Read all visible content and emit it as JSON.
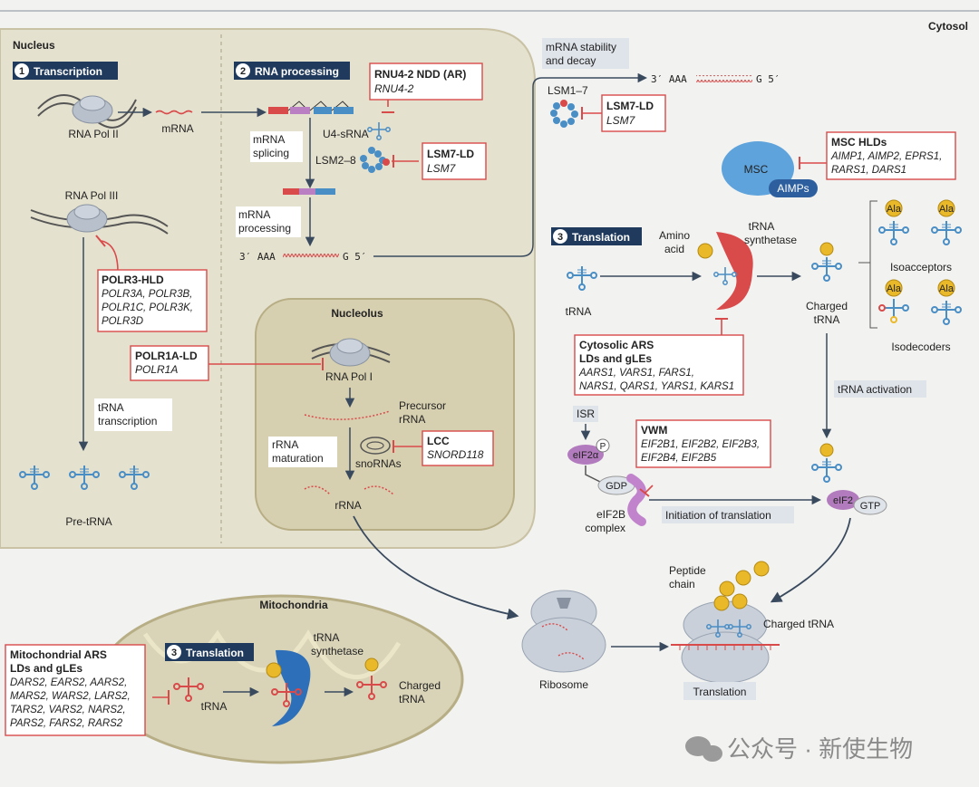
{
  "cytosol": "Cytosol",
  "nucleus": "Nucleus",
  "nucleolus": "Nucleolus",
  "mitochondria": "Mitochondria",
  "steps": {
    "transcription": {
      "num": "1",
      "label": "Transcription"
    },
    "rna_processing": {
      "num": "2",
      "label": "RNA processing"
    },
    "translation": {
      "num": "3",
      "label": "Translation"
    },
    "mito_translation": {
      "num": "3",
      "label": "Translation"
    }
  },
  "labels": {
    "rna_pol_ii": "RNA Pol II",
    "mrna": "mRNA",
    "rna_pol_iii": "RNA Pol III",
    "trna_transcription_1": "tRNA",
    "trna_transcription_2": "transcription",
    "pre_trna": "Pre-tRNA",
    "mrna_splicing_1": "mRNA",
    "mrna_splicing_2": "splicing",
    "u4_srna": "U4-sRNA",
    "lsm2_8": "LSM2–8",
    "mrna_processing_1": "mRNA",
    "mrna_processing_2": "processing",
    "three_aaa": "3′ AAA",
    "g5": "G 5′",
    "rna_pol_i": "RNA Pol I",
    "precursor_1": "Precursor",
    "precursor_2": "rRNA",
    "rrna_maturation_1": "rRNA",
    "rrna_maturation_2": "maturation",
    "snornas": "snoRNAs",
    "rrna": "rRNA",
    "mrna_stability_1": "mRNA stability",
    "mrna_stability_2": "and decay",
    "lsm1_7": "LSM1–7",
    "msc": "MSC",
    "aimps": "AIMPs",
    "amino_1": "Amino",
    "amino_2": "acid",
    "trna_synth_1": "tRNA",
    "trna_synth_2": "synthetase",
    "trna": "tRNA",
    "charged_trna_1": "Charged",
    "charged_trna_2": "tRNA",
    "ala": "Ala",
    "isoacceptors": "Isoacceptors",
    "isodecoders": "Isodecoders",
    "trna_activation": "tRNA activation",
    "isr": "ISR",
    "p": "P",
    "eif2a": "eIF2α",
    "gdp": "GDP",
    "eif2b_1": "eIF2B",
    "eif2b_2": "complex",
    "initiation": "Initiation of translation",
    "eif2": "eIF2",
    "gtp": "GTP",
    "peptide_1": "Peptide",
    "peptide_2": "chain",
    "charged_trna_ribo": "Charged tRNA",
    "ribosome": "Ribosome",
    "translation_box": "Translation",
    "mito_trna": "tRNA",
    "mito_synth_1": "tRNA",
    "mito_synth_2": "synthetase",
    "mito_charged_1": "Charged",
    "mito_charged_2": "tRNA"
  },
  "disease_boxes": {
    "rnu4": {
      "title": "RNU4-2 NDD (AR)",
      "genes": [
        "RNU4-2"
      ]
    },
    "lsm7_nuc": {
      "title": "LSM7-LD",
      "genes": [
        "LSM7"
      ]
    },
    "lsm7_cyt": {
      "title": "LSM7-LD",
      "genes": [
        "LSM7"
      ]
    },
    "polr3": {
      "title": "POLR3-HLD",
      "genes": [
        "POLR3A, POLR3B,",
        "POLR1C, POLR3K,",
        "POLR3D"
      ]
    },
    "polr1a": {
      "title": "POLR1A-LD",
      "genes": [
        "POLR1A"
      ]
    },
    "lcc": {
      "title": "LCC",
      "genes": [
        "SNORD118"
      ]
    },
    "msc": {
      "title": "MSC HLDs",
      "genes": [
        "AIMP1, AIMP2, EPRS1,",
        "RARS1, DARS1"
      ]
    },
    "cyto_ars": {
      "title": [
        "Cytosolic ARS",
        "LDs and gLEs"
      ],
      "genes": [
        "AARS1, VARS1, FARS1,",
        "NARS1, QARS1, YARS1, KARS1"
      ]
    },
    "vwm": {
      "title": "VWM",
      "genes": [
        "EIF2B1, EIF2B2, EIF2B3,",
        "EIF2B4, EIF2B5"
      ]
    },
    "mito_ars": {
      "title": [
        "Mitochondrial ARS",
        "LDs and gLEs"
      ],
      "genes": [
        "DARS2, EARS2, AARS2,",
        "MARS2, WARS2, LARS2,",
        "TARS2, VARS2, NARS2,",
        "PARS2, FARS2, RARS2"
      ]
    }
  },
  "watermark": "公众号 · 新使生物",
  "colors": {
    "nucleus_fill": "#e5e1cf",
    "nucleolus_fill": "#d7d0b0",
    "mito_fill": "#d9d4b8",
    "navy": "#1f3a5c",
    "red": "#d94a4a",
    "trna_blue": "#4a8ec6",
    "gold": "#e9b92a"
  }
}
